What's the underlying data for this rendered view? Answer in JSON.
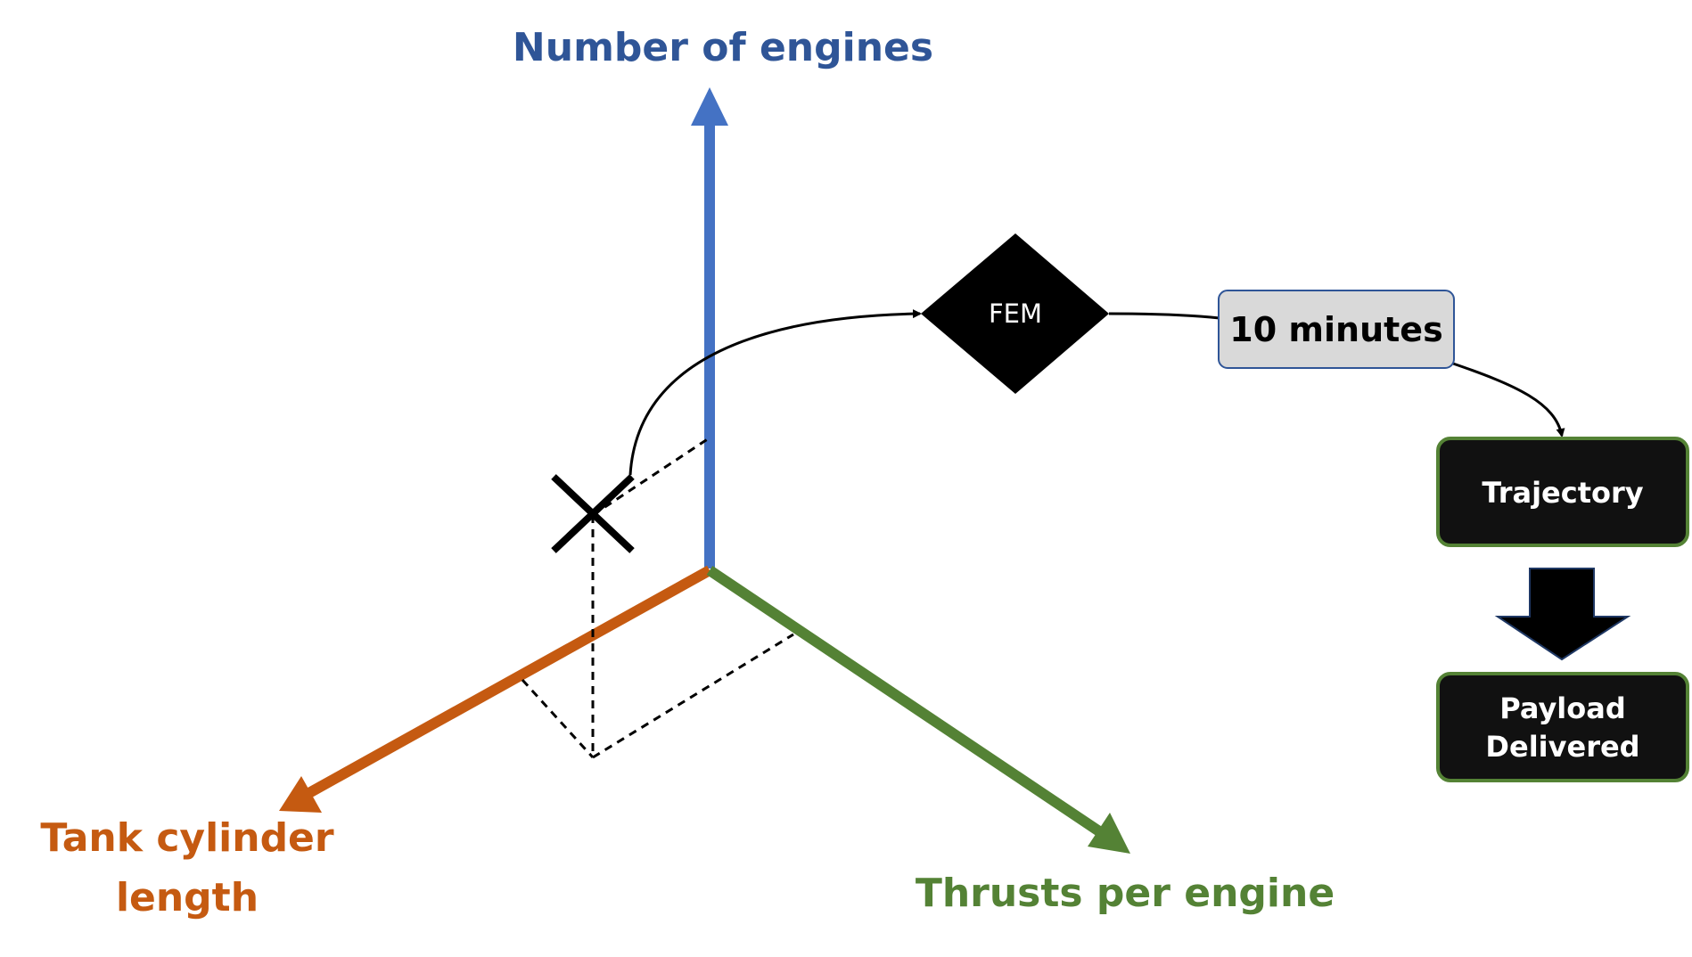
{
  "axes": {
    "vertical": {
      "label": "Number of engines",
      "color": "#4472c4",
      "label_color": "#2f5597"
    },
    "left": {
      "label_line1": "Tank cylinder",
      "label_line2": "length",
      "color": "#c55a11"
    },
    "right": {
      "label": "Thrusts per engine",
      "color": "#548235"
    }
  },
  "design_point": {
    "marker": "cross-icon"
  },
  "flow": {
    "fem": {
      "label": "FEM"
    },
    "time": {
      "label": "10 minutes"
    },
    "trajectory": {
      "label": "Trajectory"
    },
    "payload": {
      "label_line1": "Payload",
      "label_line2": "Delivered"
    }
  },
  "colors": {
    "node_fill": "#111111",
    "node_border": "#548235",
    "time_box_fill": "#d9d9d9",
    "time_box_border": "#2f5597"
  }
}
